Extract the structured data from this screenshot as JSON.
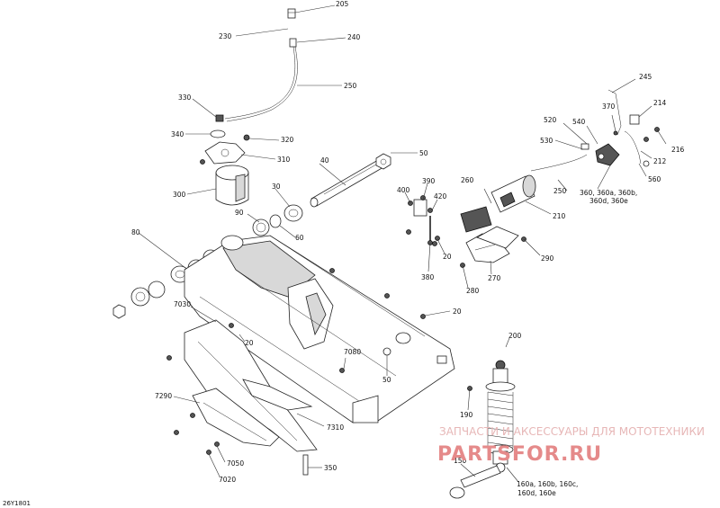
{
  "diagram": {
    "code": "26Y1801",
    "watermark": {
      "line1": "ЗАПЧАСТИ И АКСЕССУАРЫ ДЛЯ МОТОТЕХНИКИ",
      "line2": "PARTSFOR.RU"
    },
    "labels": {
      "205": "205",
      "230": "230",
      "240": "240",
      "250": "250",
      "330": "330",
      "340": "340",
      "320": "320",
      "310": "310",
      "300": "300",
      "40": "40",
      "50": "50",
      "30": "30",
      "90": "90",
      "60": "60",
      "80": "80",
      "390": "390",
      "400": "400",
      "420": "420",
      "260": "260",
      "210": "210",
      "380": "380",
      "20": "20",
      "270": "270",
      "280": "280",
      "290": "290",
      "245": "245",
      "520": "520",
      "540": "540",
      "370": "370",
      "214": "214",
      "530": "530",
      "216": "216",
      "212": "212",
      "560": "560",
      "250b": "250",
      "360": "360, 360a, 360b,",
      "360b2": "360d, 360e",
      "7030": "7030",
      "20b": "20",
      "20c": "20",
      "7080": "7080",
      "50b": "50",
      "200": "200",
      "7290": "7290",
      "7310": "7310",
      "190": "190",
      "7050": "7050",
      "7020": "7020",
      "350": "350",
      "150": "150",
      "160": "160a, 160b, 160c,",
      "160b2": "160d, 160e"
    }
  }
}
